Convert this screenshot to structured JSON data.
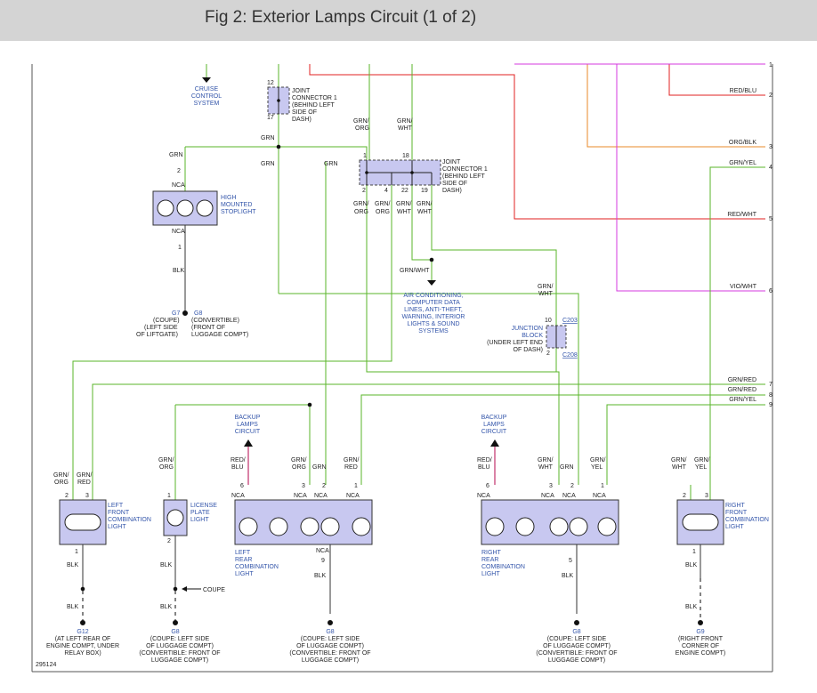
{
  "header": {
    "title": "Fig 2: Exterior Lamps Circuit (1 of 2)"
  },
  "colors": {
    "green": "#5ab52a",
    "red": "#e02020",
    "orange": "#e88a2a",
    "magenta": "#d63adf",
    "pink": "#c0306a",
    "component": "#c8c8f0",
    "text_blue": "#3355aa"
  },
  "top_labels": {
    "cruise": [
      "CRUISE",
      "CONTROL",
      "SYSTEM"
    ],
    "jc1_top": [
      "JOINT",
      "CONNECTOR 1",
      "(BEHIND LEFT",
      "SIDE OF",
      "DASH)"
    ],
    "jc1_mid": [
      "JOINT",
      "CONNECTOR 1",
      "(BEHIND LEFT",
      "SIDE OF",
      "DASH)"
    ],
    "hms": [
      "HIGH",
      "MOUNTED",
      "STOPLIGHT"
    ],
    "ac": [
      "AIR CONDITIONING,",
      "COMPUTER DATA",
      "LINES, ANTI-THEFT,",
      "WARNING, INTERIOR",
      "LIGHTS & SOUND",
      "SYSTEMS"
    ],
    "junction": [
      "JUNCTION",
      "BLOCK",
      "(UNDER LEFT END",
      "OF DASH)"
    ],
    "backup": [
      "BACKUP",
      "LAMPS",
      "CIRCUIT"
    ]
  },
  "wires": {
    "grn": "GRN",
    "grn_org": "GRN/ ORG",
    "grn_wht": "GRN/ WHT",
    "grn_wht_full": "GRN/WHT",
    "grn_red": "GRN/RED",
    "grn_yel": "GRN/YEL",
    "red_blu": "RED/BLU",
    "org_blk": "ORG/BLK",
    "red_wht": "RED/WHT",
    "vio_wht": "VIO/WHT",
    "blk": "BLK",
    "nca": "NCA",
    "grn_slash": "GRN/",
    "org": "ORG",
    "wht": "WHT",
    "red": "RED",
    "yel": "YEL",
    "red_slash": "RED/",
    "blu": "BLU"
  },
  "pins": {
    "top12": "12",
    "top17": "17",
    "j1": "1",
    "j18": "18",
    "j2": "2",
    "j4": "4",
    "j22": "22",
    "j19": "19",
    "hms2": "2",
    "hms1": "1",
    "jb10": "10",
    "jb2": "2",
    "c203": "C203",
    "c208": "C208",
    "right_edge": [
      "1",
      "2",
      "3",
      "4",
      "5",
      "6",
      "7",
      "8",
      "9"
    ]
  },
  "grounds_top": {
    "g7": "G7",
    "g8": "G8",
    "coupe": [
      "(COUPE)",
      "(LEFT SIDE",
      "OF LIFTGATE)"
    ],
    "conv": [
      "(CONVERTIBLE)",
      "(FRONT OF",
      "LUGGAGE COMPT)"
    ]
  },
  "components": {
    "lfc": [
      "LEFT",
      "FRONT",
      "COMBINATION",
      "LIGHT"
    ],
    "lp": [
      "LICENSE",
      "PLATE",
      "LIGHT"
    ],
    "lrc": [
      "LEFT",
      "REAR",
      "COMBINATION",
      "LIGHT"
    ],
    "rrc": [
      "RIGHT",
      "REAR",
      "COMBINATION",
      "LIGHT"
    ],
    "rfc": [
      "RIGHT",
      "FRONT",
      "COMBINATION",
      "LIGHT"
    ]
  },
  "bottom": {
    "g12": "G12",
    "g12_desc": [
      "(AT LEFT REAR OF",
      "ENGINE COMPT, UNDER",
      "RELAY BOX)"
    ],
    "g8": "G8",
    "g8_desc": [
      "(COUPE: LEFT SIDE",
      "OF LUGGAGE COMPT)",
      "(CONVERTIBLE: FRONT OF",
      "LUGGAGE COMPT)"
    ],
    "g9": "G9",
    "g9_desc": [
      "(RIGHT FRONT",
      "CORNER OF",
      "ENGINE COMPT)"
    ],
    "coupe_arrow": "COUPE",
    "fig_no": "295124"
  }
}
